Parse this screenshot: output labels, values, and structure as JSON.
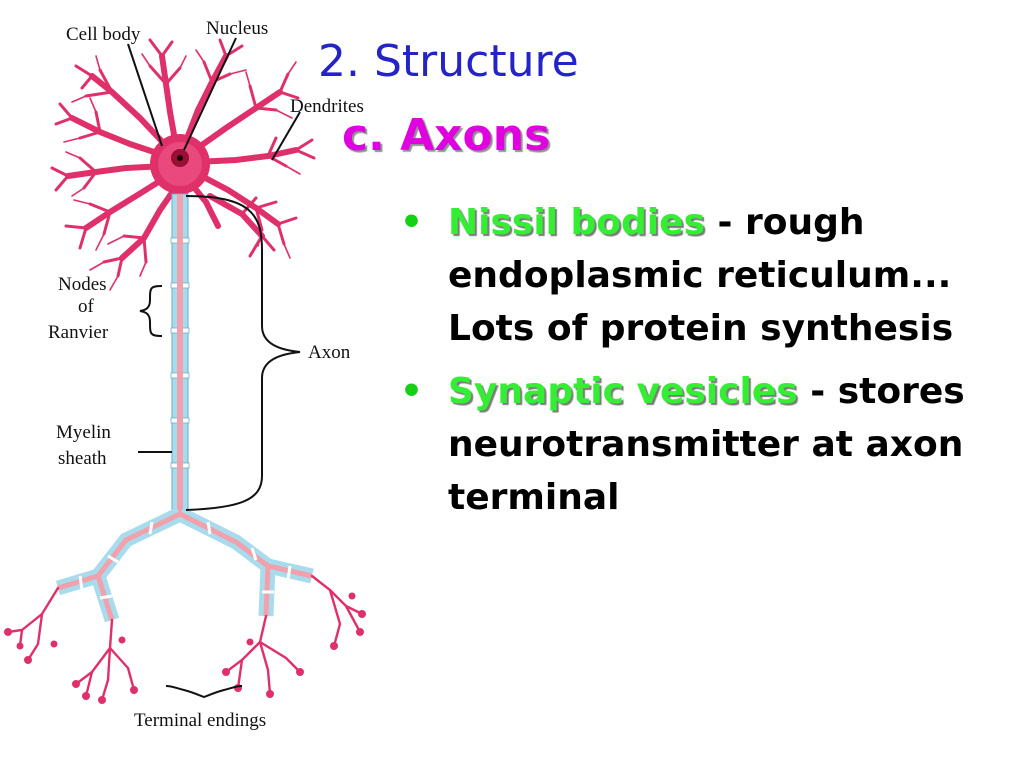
{
  "title": {
    "main": "2. Structure",
    "sub": "c. Axons"
  },
  "bullets": [
    {
      "term": "Nissil bodies",
      "dash": " -",
      "text": "rough endoplasmic reticulum... Lots of protein synthesis"
    },
    {
      "term": "Synaptic vesicles",
      "dash": " -",
      "text": "stores neurotransmitter at axon terminal"
    }
  ],
  "diagram": {
    "labels": {
      "cell_body": "Cell body",
      "nucleus": "Nucleus",
      "dendrites": "Dendrites",
      "nodes_line1": "Nodes",
      "nodes_line2": "of",
      "nodes_line3": "Ranvier",
      "axon": "Axon",
      "myelin_line1": "Myelin",
      "myelin_line2": "sheath",
      "terminal_endings": "Terminal endings"
    },
    "colors": {
      "neuron": "#e0306a",
      "nucleus": "#9a0f35",
      "myelin": "#a8dcec",
      "axon_core": "#f2a0ac",
      "bullet_term": "#33ee33",
      "title_main": "#2323c8",
      "title_sub": "#e000e0"
    }
  }
}
